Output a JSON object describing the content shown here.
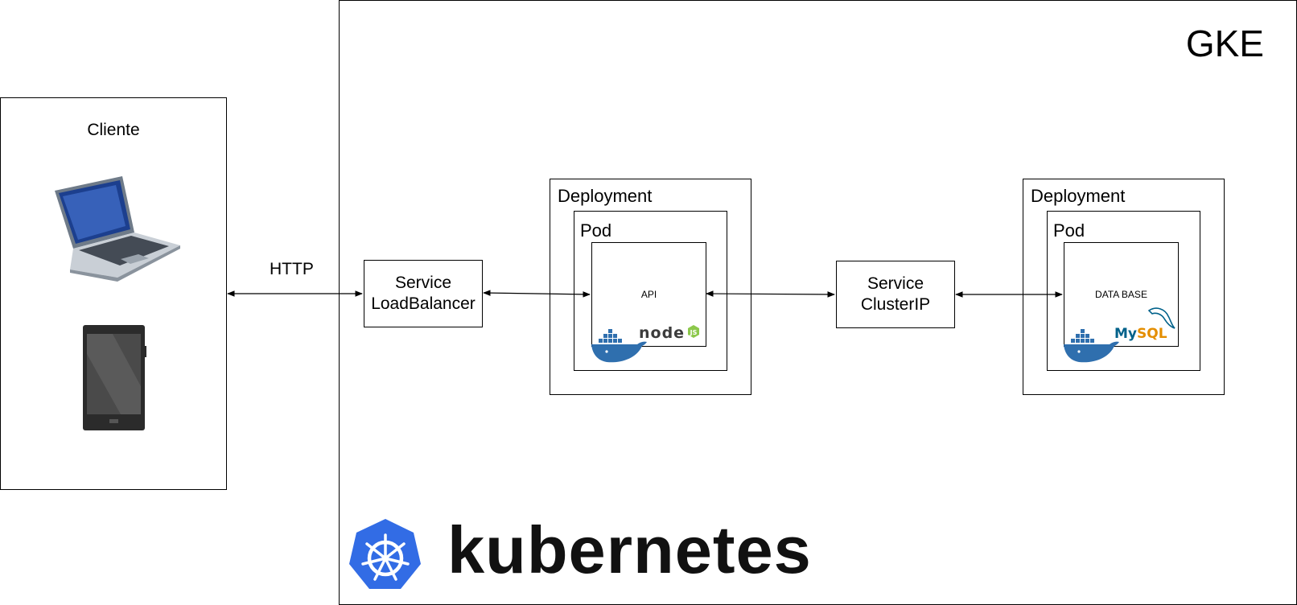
{
  "client": {
    "title": "Cliente"
  },
  "gke": {
    "title": "GKE"
  },
  "connection": {
    "protocol": "HTTP"
  },
  "lb_service": {
    "line1": "Service",
    "line2": "LoadBalancer"
  },
  "cip_service": {
    "line1": "Service",
    "line2": "ClusterIP"
  },
  "api_deployment": {
    "deployment_label": "Deployment",
    "pod_label": "Pod",
    "container_label": "API",
    "logo_text": "node"
  },
  "db_deployment": {
    "deployment_label": "Deployment",
    "pod_label": "Pod",
    "container_label": "DATA BASE",
    "logo_text": "MySQL"
  },
  "kubernetes": {
    "wordmark": "kubernetes"
  },
  "colors": {
    "docker": "#2f6fae",
    "node_green": "#8cc84b",
    "mysql_blue": "#00618a",
    "mysql_orange": "#e48e00",
    "k8s_blue": "#326ce5"
  }
}
